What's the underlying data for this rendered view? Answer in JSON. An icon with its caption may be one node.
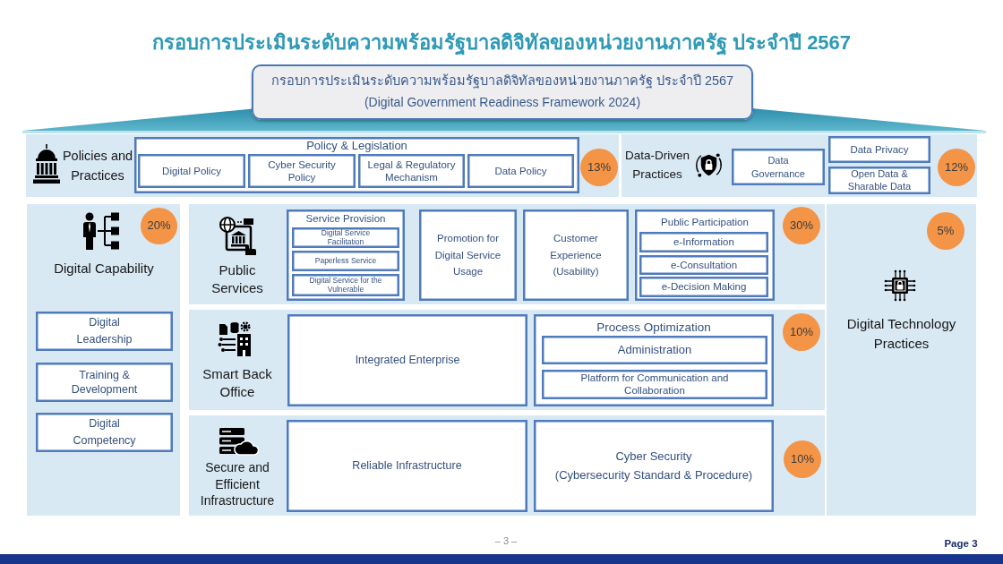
{
  "diagram": {
    "title": "กรอบการประเมินระดับความพร้อมรัฐบาลดิจิทัลของหน่วยงานภาครัฐ ประจำปี 2567",
    "nodes": [
      {
        "text": [
          "กรอบการประเมินระดับความพร้อมรัฐบาลดิจิทัลของหน่วยงานภาครัฐ ประจำปี 2567",
          "(Digital Government Readiness Framework 2024)"
        ]
      },
      {
        "text": [
          "Policies and Practices"
        ]
      },
      {
        "text": [
          "Policy & Legislation"
        ],
        "in": 1
      },
      {
        "text": [
          "Digital Policy"
        ],
        "in": 2
      },
      {
        "text": [
          "Cyber Security Policy"
        ],
        "in": 2
      },
      {
        "text": [
          "Legal & Regulatory Mechanism"
        ],
        "in": 2
      },
      {
        "text": [
          "Data Policy"
        ],
        "in": 2
      },
      {
        "text": [
          "13%"
        ],
        "in": 1
      },
      {
        "text": [
          "Data-Driven Practices"
        ]
      },
      {
        "text": [
          "Data Governance"
        ],
        "in": 8
      },
      {
        "text": [
          "Data Privacy"
        ],
        "in": 8
      },
      {
        "text": [
          "Open Data & Sharable Data"
        ],
        "in": 8
      },
      {
        "text": [
          "12%"
        ],
        "in": 8
      },
      {
        "text": [
          "Digital Capability"
        ]
      },
      {
        "text": [
          "20%"
        ],
        "in": 13
      },
      {
        "text": [
          "Digital Leadership"
        ],
        "in": 13
      },
      {
        "text": [
          "Training & Development"
        ],
        "in": 13
      },
      {
        "text": [
          "Digital Competency"
        ],
        "in": 13
      },
      {
        "text": [
          "Public Services"
        ]
      },
      {
        "text": [
          "Service Provision"
        ],
        "in": 18
      },
      {
        "text": [
          "Digital Service Facilitation"
        ],
        "in": 19
      },
      {
        "text": [
          "Paperless Service"
        ],
        "in": 19
      },
      {
        "text": [
          "Digital Service for the Vulnerable"
        ],
        "in": 19
      },
      {
        "text": [
          "Promotion for Digital Service Usage"
        ],
        "in": 18
      },
      {
        "text": [
          "Customer Experience (Usability)"
        ],
        "in": 18
      },
      {
        "text": [
          "Public Participation"
        ],
        "in": 18
      },
      {
        "text": [
          "e-Information"
        ],
        "in": 25
      },
      {
        "text": [
          "e-Consultation"
        ],
        "in": 25
      },
      {
        "text": [
          "e-Decision Making"
        ],
        "in": 25
      },
      {
        "text": [
          "30%"
        ],
        "in": 18
      },
      {
        "text": [
          "Digital Technology Practices"
        ]
      },
      {
        "text": [
          "5%"
        ],
        "in": 30
      },
      {
        "text": [
          "Smart Back Office"
        ]
      },
      {
        "text": [
          "Integrated Enterprise"
        ],
        "in": 32
      },
      {
        "text": [
          "Process Optimization"
        ],
        "in": 32
      },
      {
        "text": [
          "Administration"
        ],
        "in": 34
      },
      {
        "text": [
          "Platform for Communication and Collaboration"
        ],
        "in": 34
      },
      {
        "text": [
          "10%"
        ],
        "in": 32
      },
      {
        "text": [
          "Secure and Efficient Infrastructure"
        ]
      },
      {
        "text": [
          "Reliable Infrastructure"
        ],
        "in": 38
      },
      {
        "text": [
          "Cyber Security",
          "(Cybersecurity Standard & Procedure)"
        ],
        "in": 38
      },
      {
        "text": [
          "10%"
        ],
        "in": 38
      }
    ],
    "labels": [
      "– 3 –",
      "Page 3"
    ]
  }
}
